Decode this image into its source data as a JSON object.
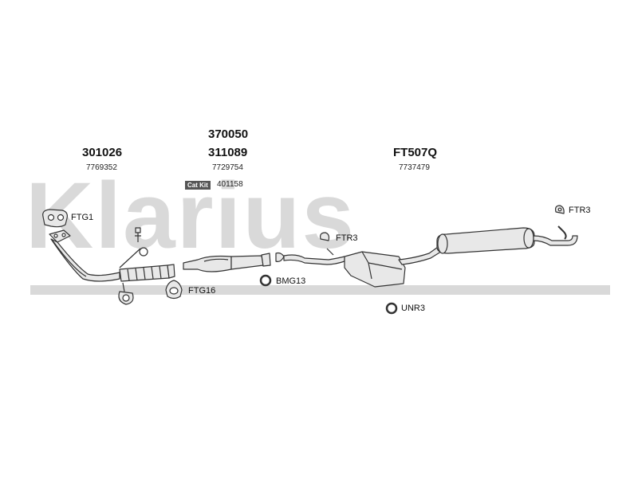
{
  "watermark": {
    "text": "Klarius"
  },
  "parts": {
    "downpipe": {
      "pn": "301026",
      "oe": "7769352"
    },
    "catalyst": {
      "pn_top": "370050",
      "pn": "311089",
      "oe": "7729754",
      "cat_kit_badge": "Cat Kit",
      "cat_kit_number": "401158"
    },
    "system": {
      "pn": "FT507Q",
      "oe": "7737479"
    }
  },
  "fittings": {
    "ftg1": "FTG1",
    "ftg16": "FTG16",
    "bmg13": "BMG13",
    "ftr3_mid": "FTR3",
    "ftr3_right": "FTR3",
    "unr3": "UNR3"
  },
  "colors": {
    "watermark": "#d9d9d9",
    "outline": "#333333",
    "part_fill": "#e8e8e8"
  }
}
